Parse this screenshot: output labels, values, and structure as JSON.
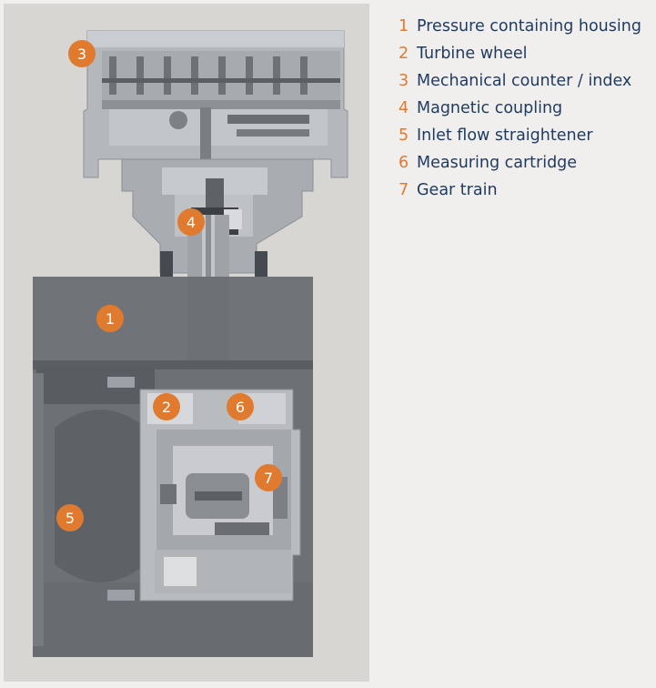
{
  "colors": {
    "accent": "#e07a2e",
    "legend_text": "#1f3a5f",
    "page_background": "#f0efed",
    "photo_background": "#d8d6d2"
  },
  "legend": [
    {
      "number": "1",
      "label": "Pressure containing housing"
    },
    {
      "number": "2",
      "label": "Turbine wheel"
    },
    {
      "number": "3",
      "label": "Mechanical counter / index"
    },
    {
      "number": "4",
      "label": "Magnetic coupling"
    },
    {
      "number": "5",
      "label": "Inlet flow straightener"
    },
    {
      "number": "6",
      "label": "Measuring cartridge"
    },
    {
      "number": "7",
      "label": "Gear train"
    }
  ],
  "callouts": [
    "1",
    "2",
    "3",
    "4",
    "5",
    "6",
    "7"
  ]
}
